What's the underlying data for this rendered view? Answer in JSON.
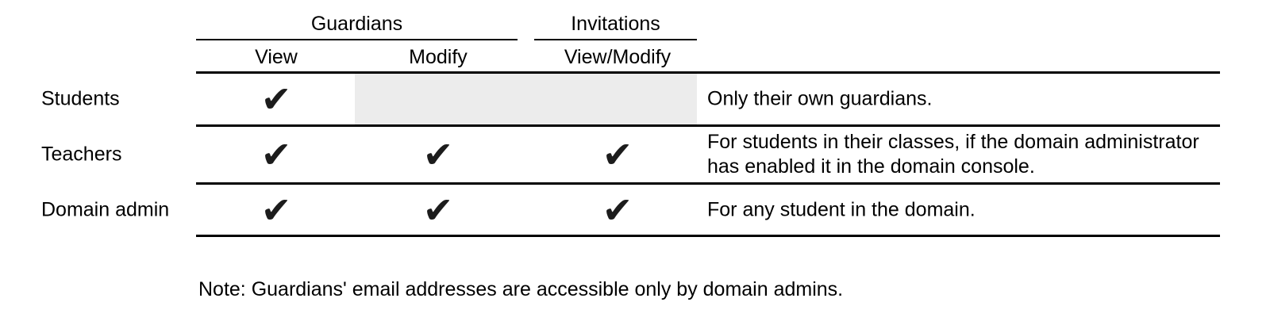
{
  "table": {
    "column_groups": [
      {
        "label": "Guardians",
        "columns": [
          "View",
          "Modify"
        ]
      },
      {
        "label": "Invitations",
        "columns": [
          "View/Modify"
        ]
      }
    ],
    "check_glyph_name": "heavy-check-mark",
    "rows": [
      {
        "label": "Students",
        "checks": [
          "✔",
          "",
          ""
        ],
        "note_lines": [
          "Only their own guardians."
        ]
      },
      {
        "label": "Teachers",
        "checks": [
          "✔",
          "✔",
          "✔"
        ],
        "note_lines": [
          "For students in their classes, if the domain administrator",
          "has enabled it in the domain console."
        ]
      },
      {
        "label": "Domain admin",
        "checks": [
          "✔",
          "✔",
          "✔"
        ],
        "note_lines": [
          "For any student in the domain."
        ]
      }
    ]
  },
  "footnote": "Note: Guardians' email addresses are accessible only by domain admins.",
  "colors": {
    "text": "#000000",
    "rule": "#000000",
    "disabled_cell_bg": "#ececec",
    "check": "#1c1c1c"
  }
}
